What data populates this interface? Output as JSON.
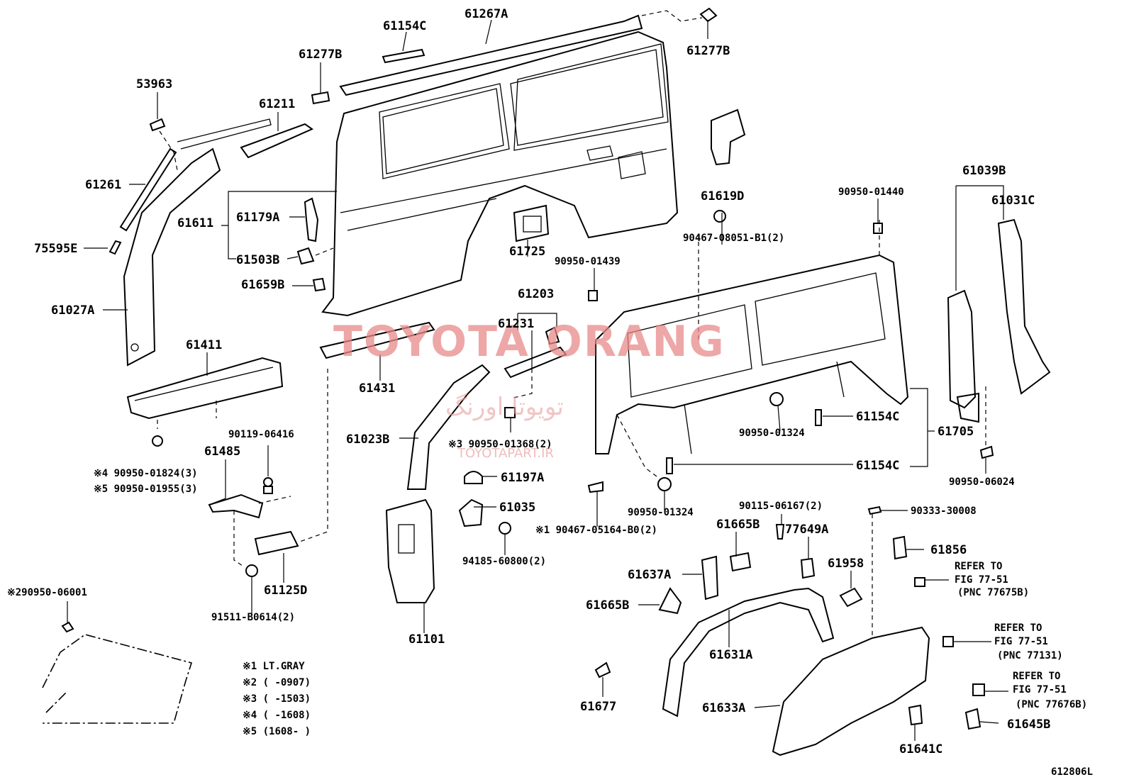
{
  "watermark": {
    "brand": "TOYOTA ORANG",
    "arabic": "تويوتا اورنگ",
    "site": "TOYOTAPART.IR"
  },
  "figure_code": "612806L",
  "parts": {
    "p61267A": "61267A",
    "p61154C_top": "61154C",
    "p61277B_left": "61277B",
    "p61277B_right": "61277B",
    "p53963": "53963",
    "p61211": "61211",
    "p61261": "61261",
    "p61611": "61611",
    "p61179A": "61179A",
    "p61503B": "61503B",
    "p75595E": "75595E",
    "p61659B": "61659B",
    "p61027A": "61027A",
    "p61619D": "61619D",
    "p61725": "61725",
    "p90950_01440": "90950-01440",
    "p61039B": "61039B",
    "p61031C": "61031C",
    "p90467_08051": "90467-08051-B1(2)",
    "p90950_01439": "90950-01439",
    "p61203": "61203",
    "p61231": "61231",
    "p61411": "61411",
    "p61431": "61431",
    "p61023B": "61023B",
    "p90950_01368": "※3 90950-01368(2)",
    "p90119_06416": "90119-06416",
    "p61485": "61485",
    "p90950_01824": "※4 90950-01824(3)",
    "p90950_01955": "※5 90950-01955(3)",
    "p61197A": "61197A",
    "p61035": "61035",
    "p90467_05164": "※1 90467-05164-B0(2)",
    "p94185_60800": "94185-60800(2)",
    "p61125D": "61125D",
    "p91511_B0614": "91511-B0614(2)",
    "p61101": "61101",
    "p90950_06001": "※290950-06001",
    "p90950_01324_a": "90950-01324",
    "p90950_01324_b": "90950-01324",
    "p61154C_a": "61154C",
    "p61154C_b": "61154C",
    "p61705": "61705",
    "p90950_06024": "90950-06024",
    "p90115_06167": "90115-06167(2)",
    "p90333_30008": "90333-30008",
    "p61665B_a": "61665B",
    "p77649A": "77649A",
    "p61958": "61958",
    "p61856": "61856",
    "p61637A": "61637A",
    "p61665B_b": "61665B",
    "p61631A": "61631A",
    "p61677": "61677",
    "p61633A": "61633A",
    "p61641C": "61641C",
    "p61645B": "61645B"
  },
  "references": [
    {
      "line1": "REFER TO",
      "line2": "FIG 77-51",
      "line3": "(PNC 77675B)"
    },
    {
      "line1": "REFER TO",
      "line2": "FIG 77-51",
      "line3": "(PNC 77131)"
    },
    {
      "line1": "REFER TO",
      "line2": "FIG 77-51",
      "line3": "(PNC 77676B)"
    }
  ],
  "notes": [
    "※1 LT.GRAY",
    "※2 (      -0907)",
    "※3 (      -1503)",
    "※4 (      -1608)",
    "※5 (1608-      )"
  ]
}
